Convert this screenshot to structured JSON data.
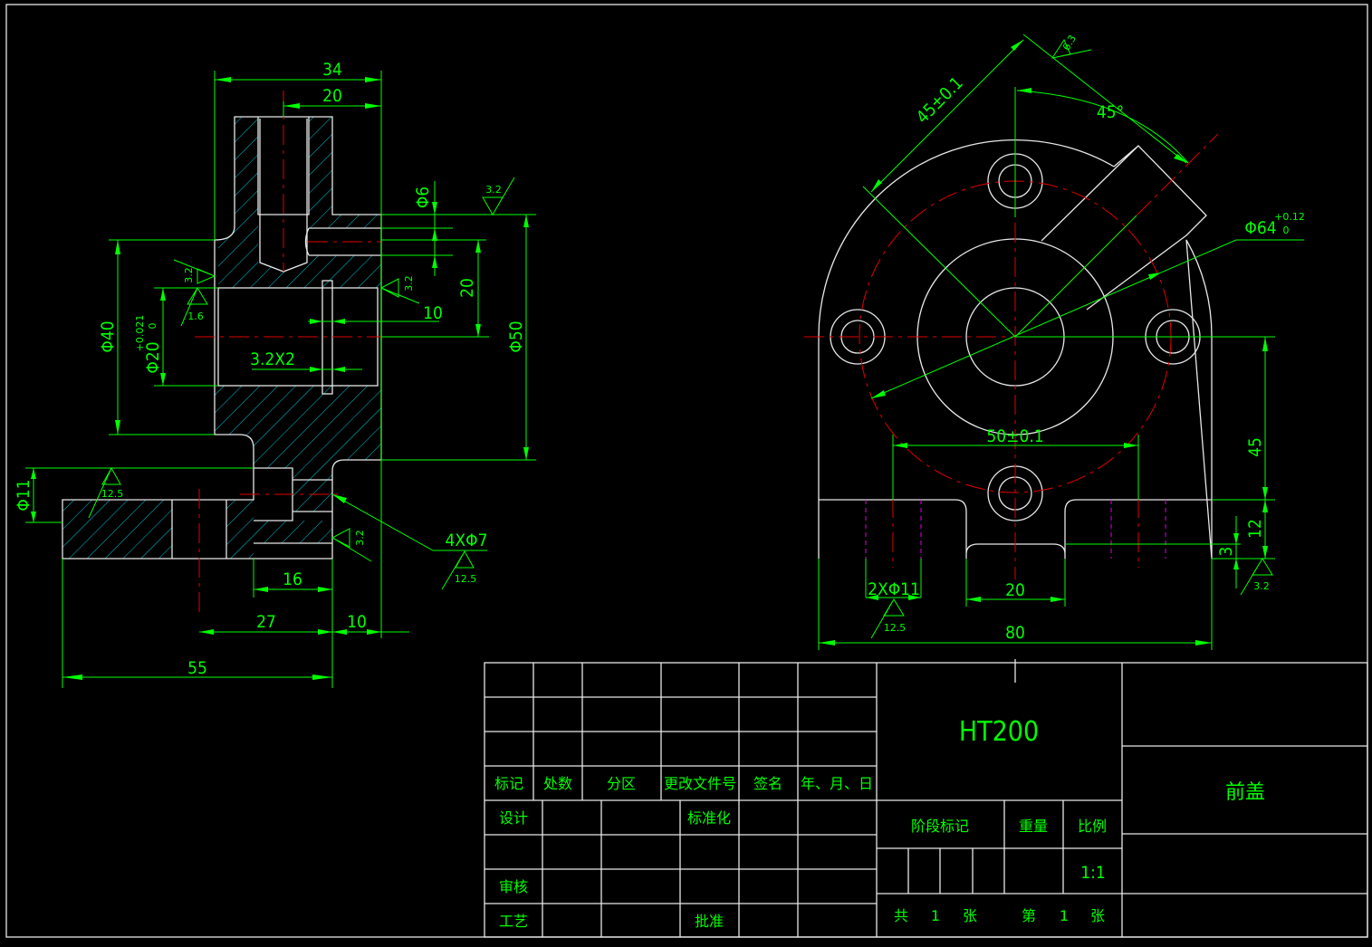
{
  "side_view": {
    "dims": {
      "d34": "34",
      "d20_top": "20",
      "phi6": "Φ6",
      "d20_right": "20",
      "d10_groove": "10",
      "phi50": "Φ50",
      "phi40": "Φ40",
      "phi20": "Φ20",
      "phi20_tol_upper": "+0.021",
      "phi20_tol_lower": "0",
      "groove": "3.2X2",
      "phi11": "Φ11",
      "d16": "16",
      "d27": "27",
      "d10": "10",
      "d55": "55",
      "holes": "4XΦ7"
    },
    "roughness": {
      "r1": "3.2",
      "r2": "3.2",
      "r3": "1.6",
      "r4": "3.2",
      "r5": "12.5",
      "r6": "3.2",
      "r7": "12.5"
    }
  },
  "front_view": {
    "dims": {
      "d45_tol": "45±0.1",
      "angle": "45°",
      "phi64": "Φ64",
      "phi64_tol_upper": "+0.12",
      "phi64_tol_lower": "0",
      "d50_tol": "50±0.1",
      "d45": "45",
      "d12": "12",
      "d3": "3",
      "holes": "2XΦ11",
      "d20": "20",
      "d80": "80"
    },
    "roughness": {
      "r1": "6.3",
      "r2": "12.5",
      "r3": "3.2"
    }
  },
  "title_block": {
    "headers": [
      "标记",
      "处数",
      "分区",
      "更改文件号",
      "签名",
      "年、月、日"
    ],
    "design": "设计",
    "standard": "标准化",
    "review": "审核",
    "process": "工艺",
    "approve": "批准",
    "material": "HT200",
    "stage_mark": "阶段标记",
    "weight": "重量",
    "scale_label": "比例",
    "scale": "1:1",
    "total_prefix": "共",
    "total": "1",
    "total_suffix": "张",
    "sheet_prefix": "第",
    "sheet": "1",
    "sheet_suffix": "张",
    "part_name": "前盖"
  }
}
